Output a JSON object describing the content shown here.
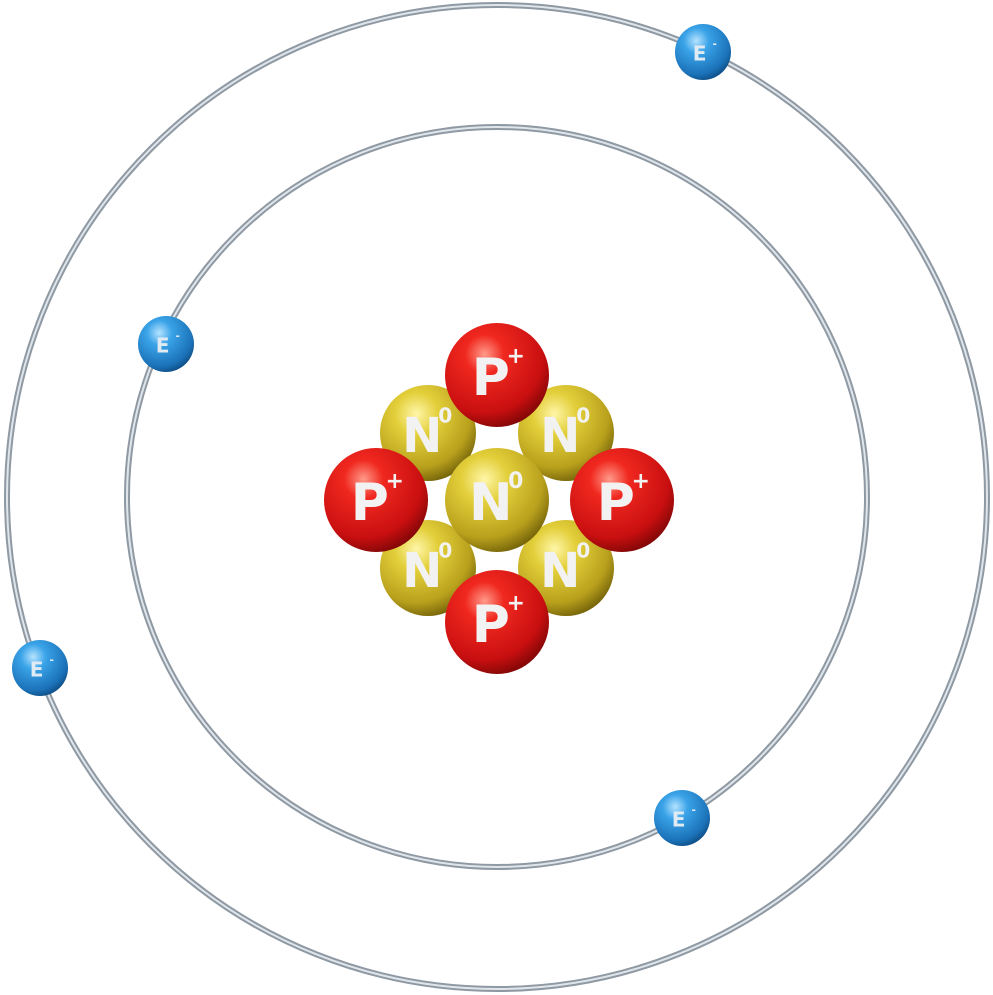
{
  "colors": {
    "proton": "#e01c1c",
    "neutron": "#d8c230",
    "electron": "#2a8fd6",
    "orbit": "#a9b4bd"
  },
  "particles": {
    "proton": {
      "symbol": "P",
      "charge": "+"
    },
    "neutron": {
      "symbol": "N",
      "charge": "0"
    },
    "electron": {
      "symbol": "E",
      "charge": "-"
    }
  }
}
